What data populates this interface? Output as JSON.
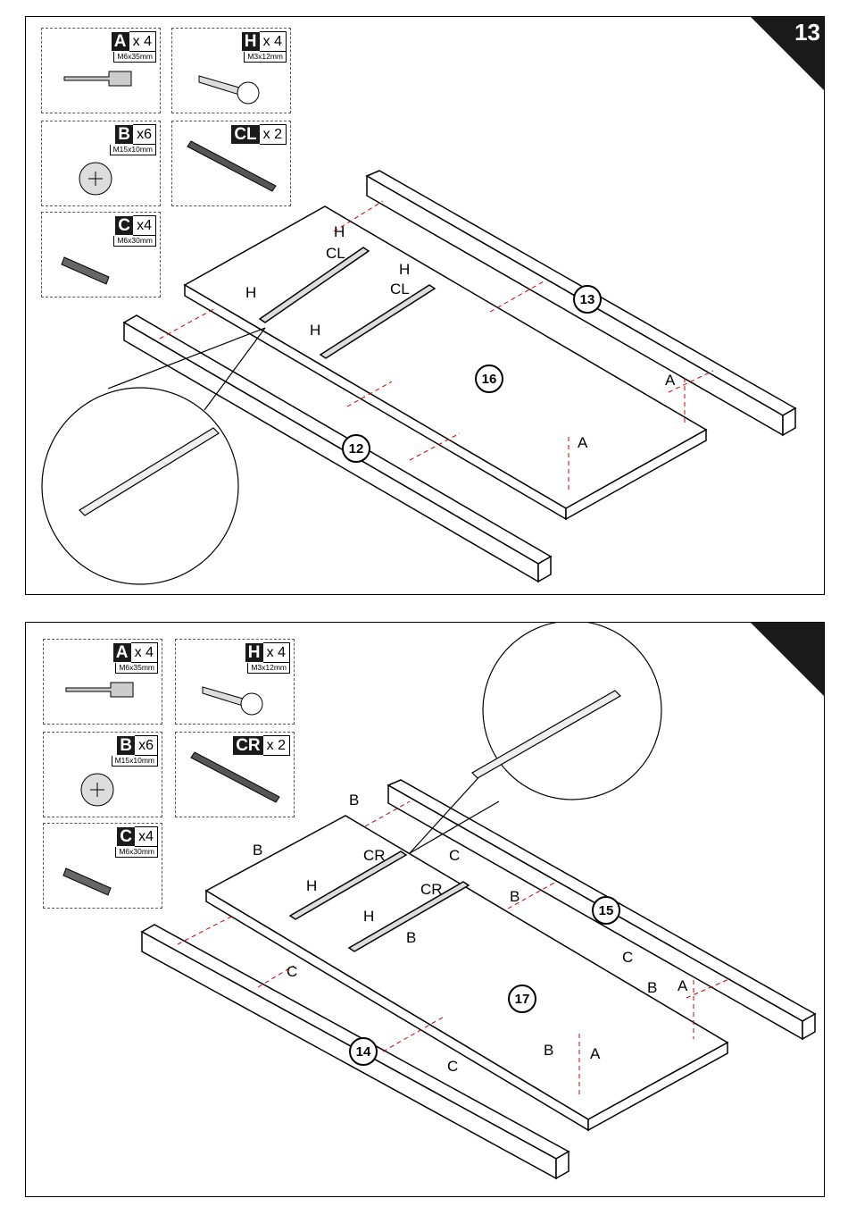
{
  "step1": {
    "step_number": "13",
    "hardware": [
      {
        "letter": "A",
        "qty": "x 4",
        "size": "M6x35mm",
        "icon": "cam-bolt-icon"
      },
      {
        "letter": "H",
        "qty": "x 4",
        "size": "M3x12mm",
        "icon": "wood-screw-icon"
      },
      {
        "letter": "B",
        "qty": "x6",
        "size": "M15x10mm",
        "icon": "cam-lock-icon"
      },
      {
        "letter": "CL",
        "qty": "x 2",
        "size": "",
        "icon": "drawer-slide-left-icon"
      },
      {
        "letter": "C",
        "qty": "x4",
        "size": "M6x30mm",
        "icon": "wood-dowel-icon"
      }
    ],
    "part_numbers": {
      "board": "16",
      "front_rail": "12",
      "back_rail": "13"
    },
    "callouts": {
      "h": "H",
      "cl": "CL",
      "a": "A"
    }
  },
  "step2": {
    "step_number": "",
    "hardware": [
      {
        "letter": "A",
        "qty": "x 4",
        "size": "M6x35mm",
        "icon": "cam-bolt-icon"
      },
      {
        "letter": "H",
        "qty": "x 4",
        "size": "M3x12mm",
        "icon": "wood-screw-icon"
      },
      {
        "letter": "B",
        "qty": "x6",
        "size": "M15x10mm",
        "icon": "cam-lock-icon"
      },
      {
        "letter": "CR",
        "qty": "x 2",
        "size": "",
        "icon": "drawer-slide-right-icon"
      },
      {
        "letter": "C",
        "qty": "x4",
        "size": "M6x30mm",
        "icon": "wood-dowel-icon"
      }
    ],
    "part_numbers": {
      "board": "17",
      "front_rail": "14",
      "back_rail": "15"
    },
    "callouts": {
      "a": "A",
      "b": "B",
      "c": "C",
      "h": "H",
      "cr": "CR"
    }
  }
}
